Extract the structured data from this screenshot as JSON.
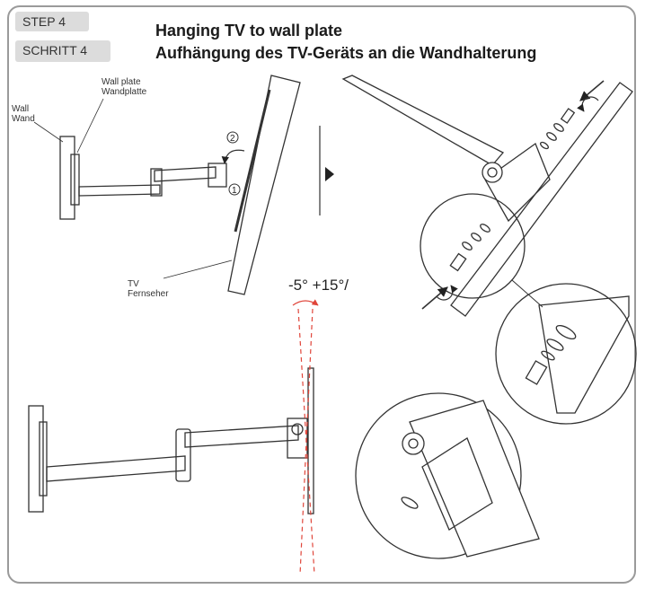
{
  "steps": {
    "en": "STEP  4",
    "de": "SCHRITT 4"
  },
  "titles": {
    "en": "Hanging TV to wall plate",
    "de": "Aufhängung des TV-Geräts an die Wandhalterung"
  },
  "labels": {
    "wall_en": "Wall",
    "wall_de": "Wand",
    "plate_en": "Wall plate",
    "plate_de": "Wandplatte",
    "tv_en": "TV",
    "tv_de": "Fernseher"
  },
  "callouts": {
    "one": "1",
    "two": "2"
  },
  "tilt_range": "-5° +15°/",
  "colors": {
    "line": "#333333",
    "tilt_guide": "#e0453a",
    "frame": "#9a9a9a",
    "step_box": "#dcdcdc"
  }
}
